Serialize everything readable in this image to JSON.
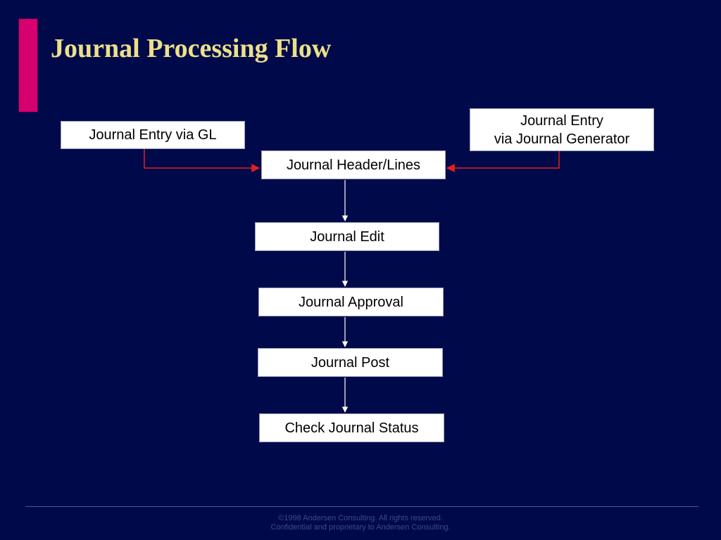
{
  "slide": {
    "title": "Journal Processing Flow",
    "accent_color": "#d6006e",
    "title_color": "#ece08a",
    "background_color": "#000a4a"
  },
  "nodes": {
    "entry_gl": "Journal Entry via GL",
    "entry_generator": "Journal Entry\nvia Journal Generator",
    "header_lines": "Journal Header/Lines",
    "edit": "Journal Edit",
    "approval": "Journal Approval",
    "post": "Journal Post",
    "check_status": "Check Journal Status"
  },
  "edges": [
    {
      "from": "entry_gl",
      "to": "header_lines",
      "color": "#e02020"
    },
    {
      "from": "entry_generator",
      "to": "header_lines",
      "color": "#e02020"
    },
    {
      "from": "header_lines",
      "to": "edit",
      "color": "#ffffff"
    },
    {
      "from": "edit",
      "to": "approval",
      "color": "#ffffff"
    },
    {
      "from": "approval",
      "to": "post",
      "color": "#ffffff"
    },
    {
      "from": "post",
      "to": "check_status",
      "color": "#ffffff"
    }
  ],
  "footer": {
    "line1": "©1998 Andersen Consulting.  All rights reserved.",
    "line2": "Confidential and proprietary to Andersen Consulting."
  }
}
